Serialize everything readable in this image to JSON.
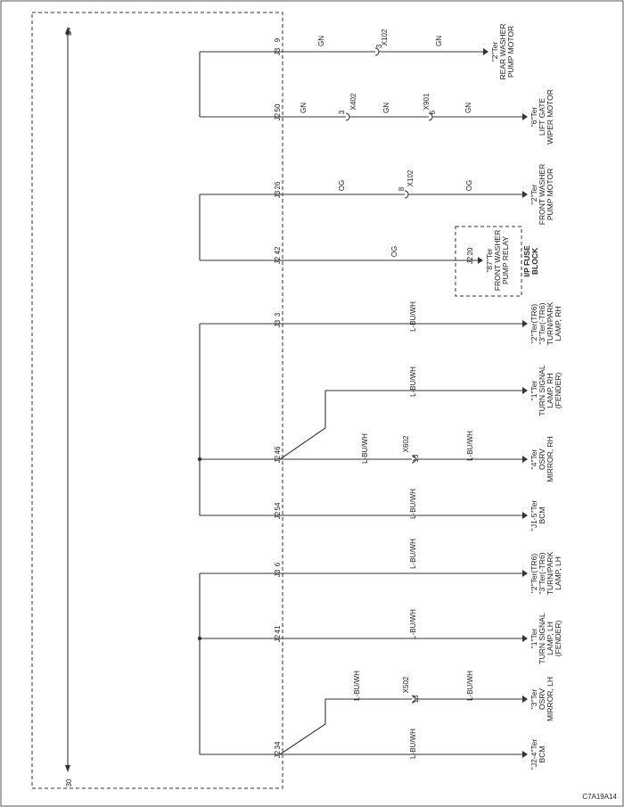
{
  "figure_id": "C7A19A14",
  "module": {
    "power_label": "B+",
    "pin_label": "30"
  },
  "fuse_block": {
    "label_line1": "I/P FUSE",
    "label_line2": "BLOCK",
    "pin": "20",
    "conn": "J2"
  },
  "circuits": [
    {
      "conn": "J3",
      "pin": "9",
      "wire1_color": "GN",
      "splice1_pin": "3",
      "splice1_id": "X102",
      "wire2_color": "GN",
      "dest": [
        "\"2\"Ter",
        "REAR WASHER",
        "PUMP MOTOR"
      ]
    },
    {
      "conn": "J2",
      "pin": "50",
      "wire1_color": "GN",
      "splice1_pin": "3",
      "splice1_id": "X402",
      "wire2_color": "GN",
      "splice2_pin": "6",
      "splice2_id": "X901",
      "wire3_color": "GN",
      "dest": [
        "\"6\"Ter",
        "LIFT GATE",
        "WIPER MOTOR"
      ]
    },
    {
      "conn": "J3",
      "pin": "26",
      "wire1_color": "OG",
      "splice1_pin": "8",
      "splice1_id": "X102",
      "wire2_color": "OG",
      "dest": [
        "\"2\"Ter",
        "FRONT WASHER",
        "PUMP MOTOR"
      ]
    },
    {
      "conn": "J2",
      "pin": "42",
      "wire1_color": "OG",
      "dest": [
        "\"87\"Ter",
        "FRONT WASHER",
        "PUMP RELAY"
      ]
    },
    {
      "conn": "J3",
      "pin": "3",
      "wire1_color": "L-BU/WH",
      "dest": [
        "\"2\"Ter(TR6)",
        "\"3\"Ter(-TR6)",
        "TURN/PARK",
        "LAMP, RH"
      ]
    },
    {
      "wire1_color": "L-BU/WH",
      "dest": [
        "\"1\"Ter",
        "TURN SIGNAL",
        "LAMP, RH",
        "(FENDER)"
      ]
    },
    {
      "conn": "J2",
      "pin": "46",
      "wire1_color": "L-BU/WH",
      "splice1_pin": "13",
      "splice1_id": "X602",
      "wire2_color": "L-BU/WH",
      "dest": [
        "\"4\"Ter",
        "OSRV",
        "MIRROR, RH"
      ]
    },
    {
      "conn": "J2",
      "pin": "54",
      "wire1_color": "L-BU/WH",
      "dest": [
        "\"J1-5\"Ter",
        "BCM"
      ]
    },
    {
      "conn": "J3",
      "pin": "6",
      "wire1_color": "L-BU/WH",
      "dest": [
        "\"2\"Ter(TR6)",
        "\"3\"Ter(-TR6)",
        "TURN/PARK",
        "LAMP, LH"
      ]
    },
    {
      "conn": "J2",
      "pin": "41",
      "wire1_color": "L-BU/WH",
      "dest": [
        "\"1\"Ter",
        "TURN SIGNAL",
        "LAMP, LH",
        "(FENDER)"
      ]
    },
    {
      "wire1_color": "L-BU/WH",
      "splice1_pin": "13",
      "splice1_id": "X502",
      "wire2_color": "L-BU/WH",
      "dest": [
        "\"3\"Ter",
        "OSRV",
        "MIRROR, LH"
      ]
    },
    {
      "conn": "J2",
      "pin": "34",
      "wire1_color": "L-BU/WH",
      "dest": [
        "\"J2-4\"Ter",
        "BCM"
      ]
    }
  ]
}
